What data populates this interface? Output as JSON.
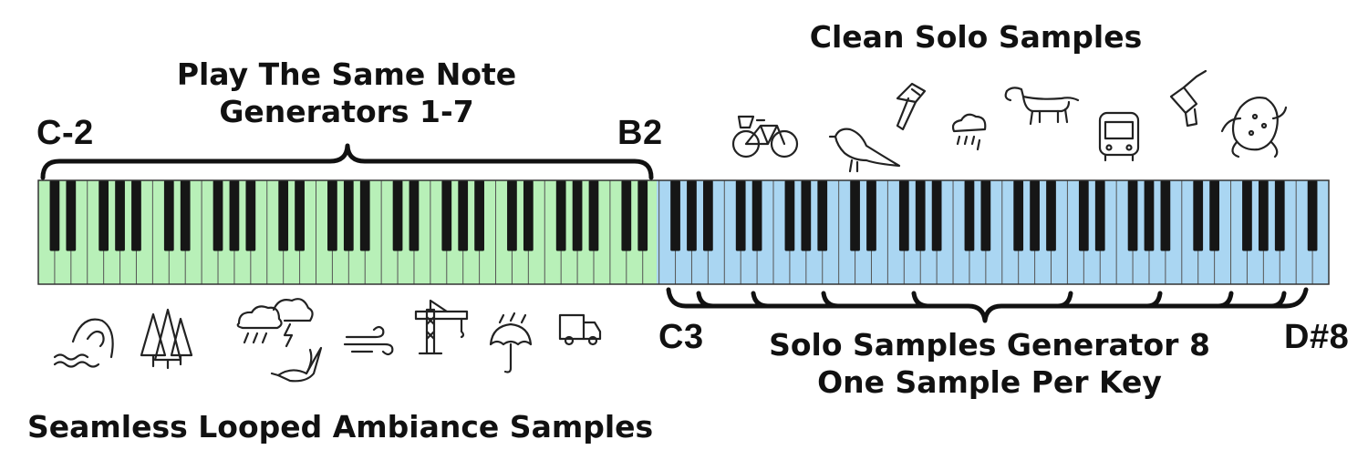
{
  "headings": {
    "same_note_line1": "Play The Same Note",
    "same_note_line2": "Generators 1-7",
    "clean_solo": "Clean Solo Samples",
    "solo_line1": "Solo Samples Generator 8",
    "solo_line2": "One Sample Per Key",
    "ambiance": "Seamless Looped Ambiance Samples"
  },
  "range_labels": {
    "low_start": "C-2",
    "low_end": "B2",
    "high_start": "C3",
    "high_end": "D#8"
  },
  "keyboard": {
    "green_zone_color": "#b8f0b8",
    "blue_zone_color": "#aad6f2",
    "green_octaves": 5,
    "blue_octaves": 6
  },
  "icons": {
    "ambiance": [
      "wave-icon",
      "trees-icon",
      "storm-clouds-icon",
      "goose-icon",
      "wind-icon",
      "crane-icon",
      "umbrella-rain-icon",
      "truck-icon"
    ],
    "solo": [
      "bicycle-icon",
      "sparrow-icon",
      "hammer-icon",
      "rain-cloud-icon",
      "dachshund-icon",
      "bus-icon",
      "drill-icon",
      "frog-icon"
    ]
  }
}
